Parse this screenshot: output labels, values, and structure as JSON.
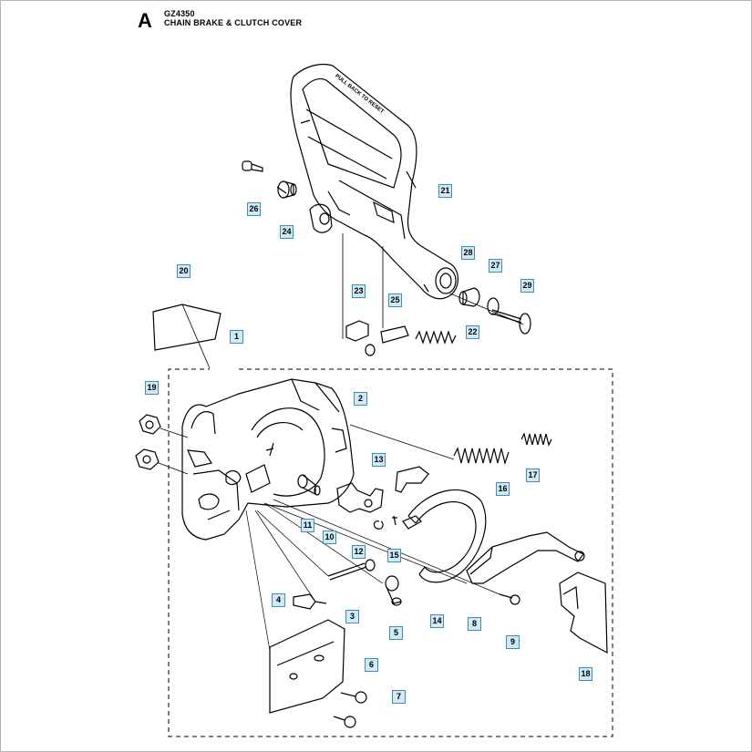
{
  "header": {
    "section_letter": "A",
    "model_code": "GZ4350",
    "title": "CHAIN BRAKE & CLUTCH COVER"
  },
  "colors": {
    "callout_fill": "#cfeaf6",
    "callout_border": "#3d8fb6",
    "line": "#000000"
  },
  "guard_text": "PULL BACK TO RESET",
  "callouts": [
    "1",
    "2",
    "3",
    "4",
    "5",
    "6",
    "7",
    "8",
    "9",
    "10",
    "11",
    "12",
    "13",
    "14",
    "15",
    "16",
    "17",
    "18",
    "19",
    "20",
    "21",
    "22",
    "23",
    "24",
    "25",
    "26",
    "27",
    "28",
    "29"
  ]
}
